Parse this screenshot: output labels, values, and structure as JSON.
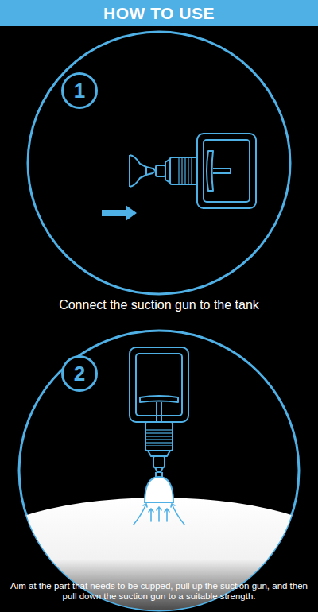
{
  "diagram": {
    "title": "HOW TO USE",
    "nodes": [
      {
        "text": [
          "1"
        ]
      },
      {
        "text": [
          "2"
        ]
      }
    ],
    "labels": [
      "Connect the suction gun to the tank",
      "Aim at the part that needs to be cupped, pull up the suction gun, and then pull down the suction gun to a suitable strength."
    ]
  }
}
